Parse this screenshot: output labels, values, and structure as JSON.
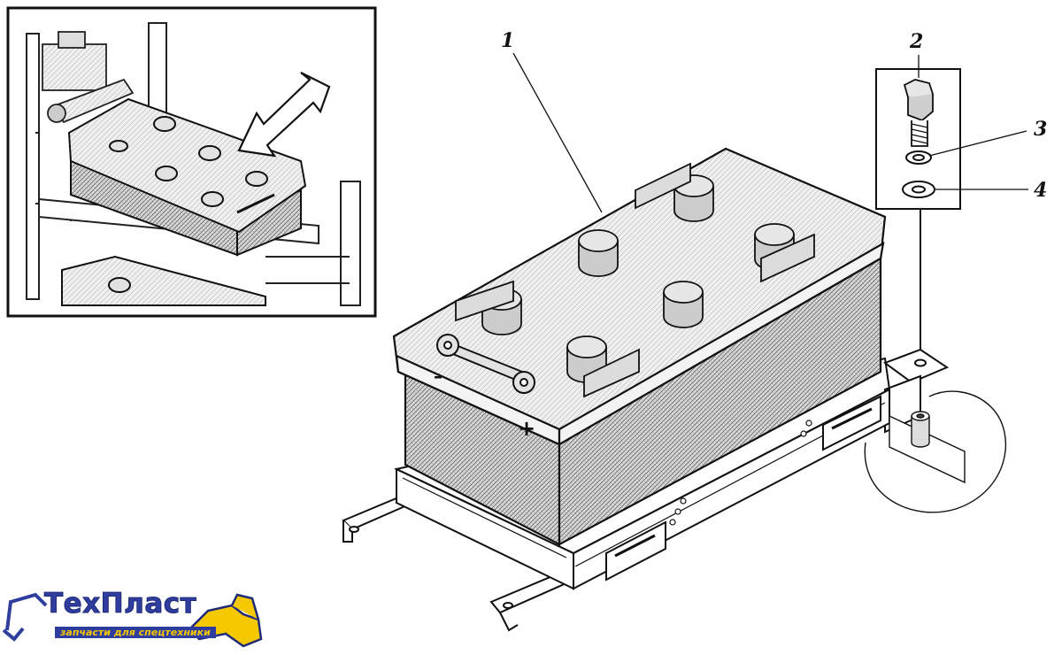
{
  "callouts": [
    {
      "id": "1",
      "text": "1"
    },
    {
      "id": "2",
      "text": "2"
    },
    {
      "id": "3",
      "text": "3"
    },
    {
      "id": "4",
      "text": "4"
    }
  ],
  "battery_marks": {
    "plus": "+",
    "minus": "–"
  },
  "logo": {
    "title": "ТехПласт",
    "subtitle": "запчасти для спецтехники",
    "colors": {
      "blue": "#2f3e9e",
      "yellow": "#f6c800"
    }
  }
}
